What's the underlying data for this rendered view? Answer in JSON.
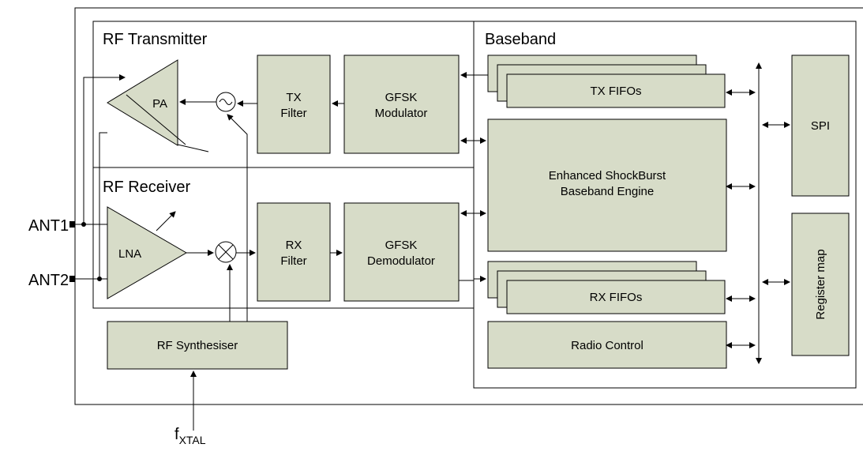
{
  "sections": {
    "tx_title": "RF Transmitter",
    "rx_title": "RF Receiver",
    "baseband_title": "Baseband"
  },
  "blocks": {
    "pa": "PA",
    "lna": "LNA",
    "tx_filter_1": "TX",
    "tx_filter_2": "Filter",
    "gfsk_mod_1": "GFSK",
    "gfsk_mod_2": "Modulator",
    "rx_filter_1": "RX",
    "rx_filter_2": "Filter",
    "gfsk_demod_1": "GFSK",
    "gfsk_demod_2": "Demodulator",
    "rf_synth": "RF Synthesiser",
    "tx_fifos": "TX FIFOs",
    "rx_fifos": "RX FIFOs",
    "esb_1": "Enhanced ShockBurst",
    "esb_2": "Baseband Engine",
    "radio_control": "Radio Control",
    "spi": "SPI",
    "register_map": "Register map"
  },
  "pins": {
    "ant1": "ANT1",
    "ant2": "ANT2",
    "fxtal_main": "f",
    "fxtal_sub": "XTAL"
  }
}
